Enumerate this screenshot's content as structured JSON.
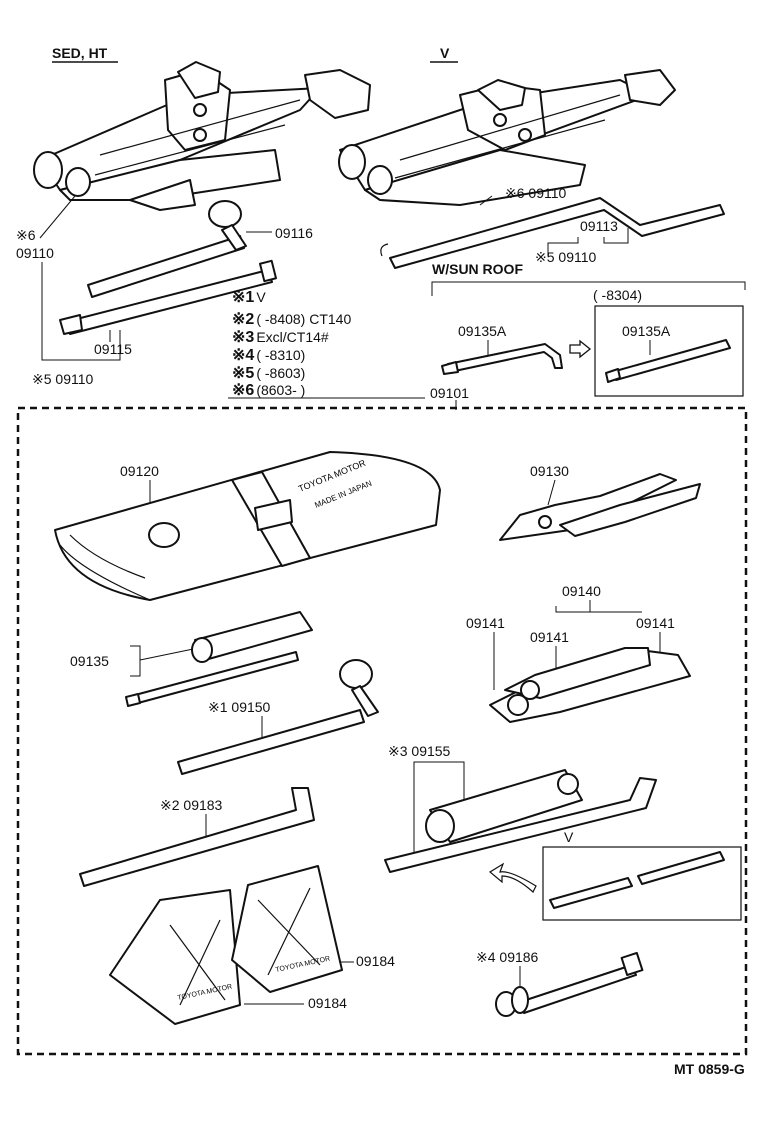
{
  "headers": {
    "sed_ht": "SED, HT",
    "v": "V",
    "w_sun_roof": "W/SUN ROOF",
    "v_inset": "V"
  },
  "labels": {
    "p09116": "09116",
    "p09115": "09115",
    "p09110_left_star6_mark": "※6",
    "p09110_left_star6": "09110",
    "p09110_left_star5": "※5 09110",
    "p09110_right_star6": "※6 09110",
    "p09113": "09113",
    "p09110_right_star5": "※5 09110",
    "p09135a_left": "09135A",
    "p09135a_right": "09135A",
    "sunroof_range": "(      -8304)",
    "p09101": "09101",
    "p09120": "09120",
    "p09130": "09130",
    "p09135": "09135",
    "p09140": "09140",
    "p09141_a": "09141",
    "p09141_b": "09141",
    "p09141_c": "09141",
    "p09150": "※1 09150",
    "p09155": "※3 09155",
    "p09183": "※2 09183",
    "p09186": "※4 09186",
    "p09184_a": "09184",
    "p09184_b": "09184",
    "ref_code": "MT 0859-G",
    "bag_text_1": "TOYOTA MOTOR",
    "bag_text_2": "MADE IN JAPAN",
    "chock_text": "TOYOTA MOTOR"
  },
  "notes": [
    {
      "mark": "※1",
      "text": "V"
    },
    {
      "mark": "※2",
      "text": "(      -8408) CT140"
    },
    {
      "mark": "※3",
      "text": "Excl/CT14#"
    },
    {
      "mark": "※4",
      "text": "(      -8310)"
    },
    {
      "mark": "※5",
      "text": "(      -8603)"
    },
    {
      "mark": "※6",
      "text": "(8603-      )"
    }
  ]
}
